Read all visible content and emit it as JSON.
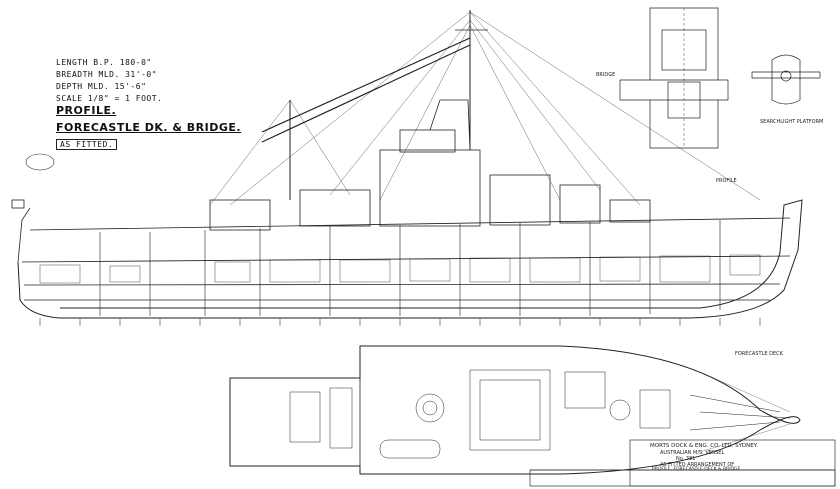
{
  "spec": {
    "length": "LENGTH B.P. 180-0\"",
    "breadth": "BREADTH MLD. 31'-0\"",
    "depth": "DEPTH MLD. 15'-6\"",
    "scale": "SCALE 1/8\" = 1 FOOT.",
    "title_profile": "PROFILE.",
    "title_sub": "FORECASTLE DK. & BRIDGE.",
    "status": "AS FITTED."
  },
  "labels": {
    "bridge": "BRIDGE",
    "searchlight": "SEARCHLIGHT PLATFORM",
    "profile": "PROFILE",
    "forecastle_deck": "FORECASTLE DECK"
  },
  "title_block": {
    "line1": "MORTS DOCK & ENG. CO. LTD. SYDNEY.",
    "line2": "AUSTRALIAN M/S. VESSEL",
    "line3": "No. 381",
    "line4": "AS FITTED ARRANGEMENT OF",
    "line5": "PROFILE, FORECASTLE DECK & BRIDGE."
  }
}
